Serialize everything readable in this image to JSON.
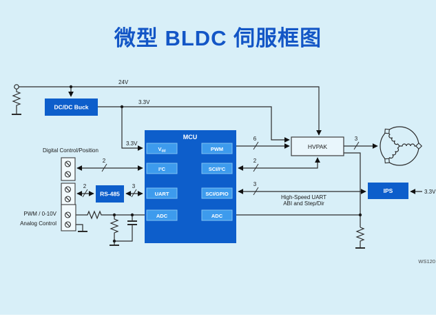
{
  "title": "微型 BLDC 伺服框图",
  "colors": {
    "background": "#d8eff8",
    "title_blue": "#1356c6",
    "block_blue": "#0d5ecb",
    "block_light_blue": "#3d9bed",
    "wire": "#2b2b2b"
  },
  "blocks": {
    "dcdc_buck": "DC/DC Buck",
    "mcu": "MCU",
    "mcu_pins": {
      "vdd_main": "V",
      "vdd_sub": "dd",
      "pwm": "PWM",
      "i2c": "I²C",
      "sci_i2c": "SCI/I²C",
      "uart": "UART",
      "sci_gpio": "SCI/GPIO",
      "adc_left": "ADC",
      "adc_right": "ADC"
    },
    "hvpak": "HVPAK",
    "rs485": "RS-485",
    "ips": "IPS"
  },
  "net_labels": {
    "v24": "24V",
    "v33_rail": "3.3V",
    "v33_mcu": "3.3V",
    "v33_ips": "3.3V"
  },
  "bus_widths": {
    "pwm_to_hvpak": "6",
    "sci_i2c_to_hvpak": "2",
    "sci_gpio_to_ips": "3",
    "hvpak_to_motor": "3",
    "digital_to_i2c": "2",
    "terminal_to_rs485": "2",
    "rs485_to_uart": "3"
  },
  "annotations": {
    "digital_input": "Digital Control/Position",
    "analog_input_line1": "PWM / 0-10V",
    "analog_input_line2": "Analog Control",
    "ips_link_line1": "High-Speed UART",
    "ips_link_line2": "ABI and Step/Dir",
    "part_code": "WS120"
  }
}
